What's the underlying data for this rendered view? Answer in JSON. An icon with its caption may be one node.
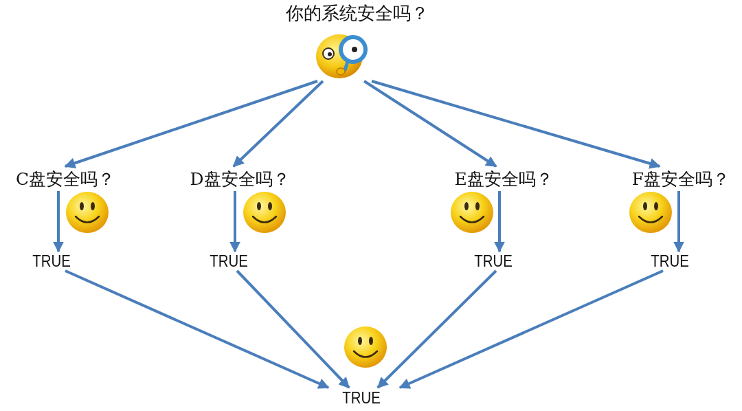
{
  "diagram": {
    "title": "你的系统安全吗？",
    "nodes": [
      {
        "text": [],
        "shape": "picture"
      },
      {
        "text": [
          "C盘安全吗？"
        ]
      },
      {
        "text": [
          "D盘安全吗？"
        ]
      },
      {
        "text": [
          "E盘安全吗？"
        ]
      },
      {
        "text": [
          "F盘安全吗？"
        ]
      },
      {
        "text": [
          "TRUE"
        ]
      },
      {
        "text": [
          "TRUE"
        ]
      },
      {
        "text": [
          "TRUE"
        ]
      },
      {
        "text": [
          "TRUE"
        ]
      },
      {
        "text": [
          "TRUE"
        ]
      }
    ],
    "edges": [
      {
        "from": 0,
        "to": 1,
        "arrow": "to"
      },
      {
        "from": 0,
        "to": 2,
        "arrow": "to"
      },
      {
        "from": 0,
        "to": 3,
        "arrow": "to"
      },
      {
        "from": 0,
        "to": 4,
        "arrow": "to"
      },
      {
        "from": 1,
        "to": 5,
        "arrow": "to"
      },
      {
        "from": 2,
        "to": 6,
        "arrow": "to"
      },
      {
        "from": 3,
        "to": 7,
        "arrow": "to"
      },
      {
        "from": 4,
        "to": 8,
        "arrow": "to"
      },
      {
        "from": 5,
        "to": 9,
        "arrow": "to"
      },
      {
        "from": 6,
        "to": 9,
        "arrow": "to"
      },
      {
        "from": 7,
        "to": 9,
        "arrow": "to"
      },
      {
        "from": 8,
        "to": 9,
        "arrow": "to"
      }
    ]
  }
}
